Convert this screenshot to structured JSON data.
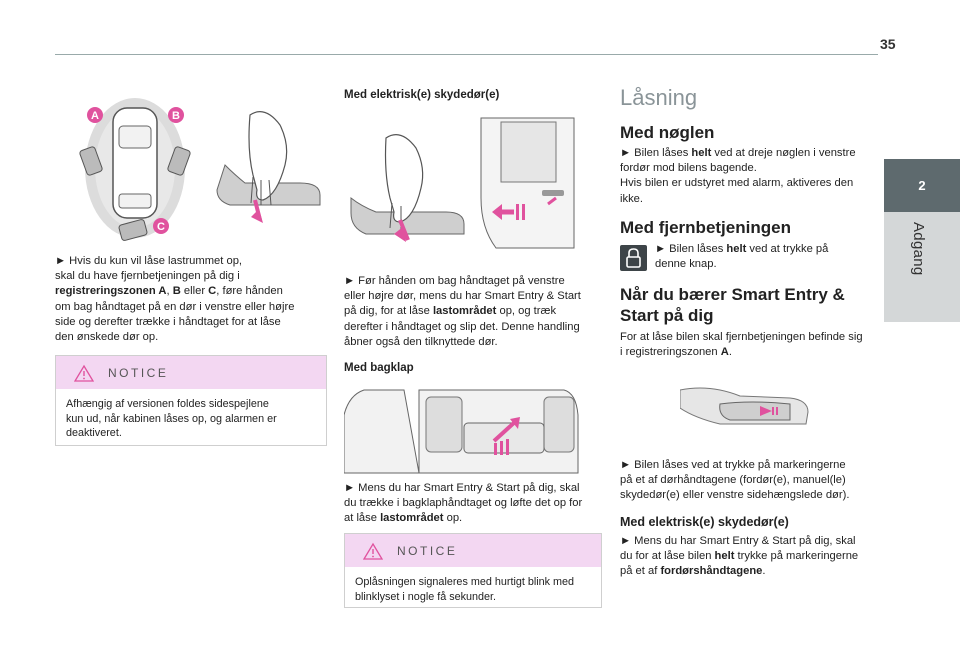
{
  "page_number": "35",
  "tab": {
    "number": "2",
    "label": "Adgang"
  },
  "col1": {
    "zone_labels": [
      "A",
      "B",
      "C"
    ],
    "para": [
      {
        "t": "► Hvis du kun vil låse lastrummet op,"
      },
      {
        "t": "skal du have fjernbetjeningen på dig i"
      },
      {
        "t": "registreringszonen A, B eller C, føre hånden"
      },
      {
        "t": "om bag håndtaget på en dør i venstre eller højre"
      },
      {
        "t": "side og derefter trække i håndtaget for at låse"
      },
      {
        "t": "den ønskede dør op."
      }
    ],
    "notice_title": "NOTICE",
    "notice_lines": [
      "Afhængig af versionen foldes sidespejlene",
      "kun ud, når kabinen låses op, og alarmen er",
      "deaktiveret."
    ]
  },
  "col2": {
    "heading1": "Med elektrisk(e) skydedør(e)",
    "para1": [
      "► Før hånden om bag håndtaget på venstre",
      "eller højre dør, mens du har Smart Entry & Start",
      "på dig, for at låse lastområdet op, og træk",
      "derefter i håndtaget og slip det. Denne handling",
      "åbner også den tilknyttede dør."
    ],
    "heading2": "Med bagklap",
    "para2": [
      "► Mens du har Smart Entry & Start på dig, skal",
      "du trække i bagklaphåndtaget og løfte det op for",
      "at låse lastområdet op."
    ],
    "notice_title": "NOTICE",
    "notice_lines": [
      "Oplåsningen signaleres med hurtigt blink med",
      "blinklyset i nogle få sekunder."
    ]
  },
  "col3": {
    "title": "Låsning",
    "h_key": "Med nøglen",
    "key_lines": [
      "► Bilen låses helt ved at dreje nøglen i venstre",
      "fordør mod bilens bagende.",
      "Hvis bilen er udstyret med alarm, aktiveres den",
      "ikke."
    ],
    "h_remote": "Med fjernbetjeningen",
    "remote_lines": [
      "► Bilen låses helt ved at trykke på",
      "denne knap."
    ],
    "h_smart1": "Når du bærer Smart Entry &",
    "h_smart2": "Start på dig",
    "smart_lines": [
      "For at låse bilen skal fjernbetjeningen befinde sig",
      "i registreringszonen A."
    ],
    "markings_lines": [
      "► Bilen låses ved at trykke på markeringerne",
      "på et af dørhåndtagene (fordør(e), manuel(le)",
      "skydedør(e) eller venstre sidehængslede dør)."
    ],
    "h_sliding": "Med elektrisk(e) skydedør(e)",
    "sliding_lines": [
      "► Mens du har Smart Entry & Start på dig, skal",
      "du for at låse bilen helt trykke på markeringerne",
      "på et af fordørshåndtagene."
    ]
  }
}
